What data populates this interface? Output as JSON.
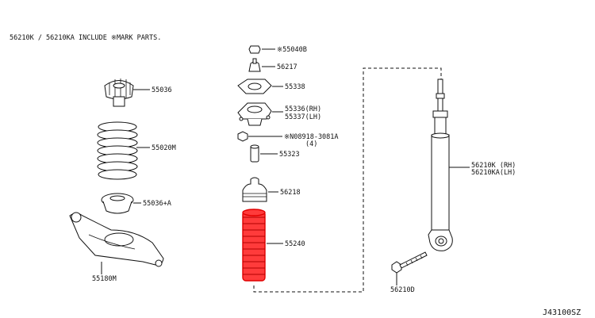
{
  "note": "56210K / 56210KA INCLUDE ※MARK PARTS.",
  "diagram_code": "J43100SZ",
  "highlight_color": "#ff2a2a",
  "labels": {
    "p55040b": "※55040B",
    "p56217": "56217",
    "p55338": "55338",
    "p55336": "55336(RH)",
    "p55337": "55337(LH)",
    "p08918_a": "※N08918-3081A",
    "p08918_b": "(4)",
    "p55323": "55323",
    "p56218": "56218",
    "p55240": "55240",
    "p55036": "55036",
    "p55020m": "55020M",
    "p55036a": "55036+A",
    "p55180m": "55180M",
    "p56210k_rh": "56210K (RH)",
    "p56210ka_lh": "56210KA(LH)",
    "p56210d": "56210D"
  }
}
